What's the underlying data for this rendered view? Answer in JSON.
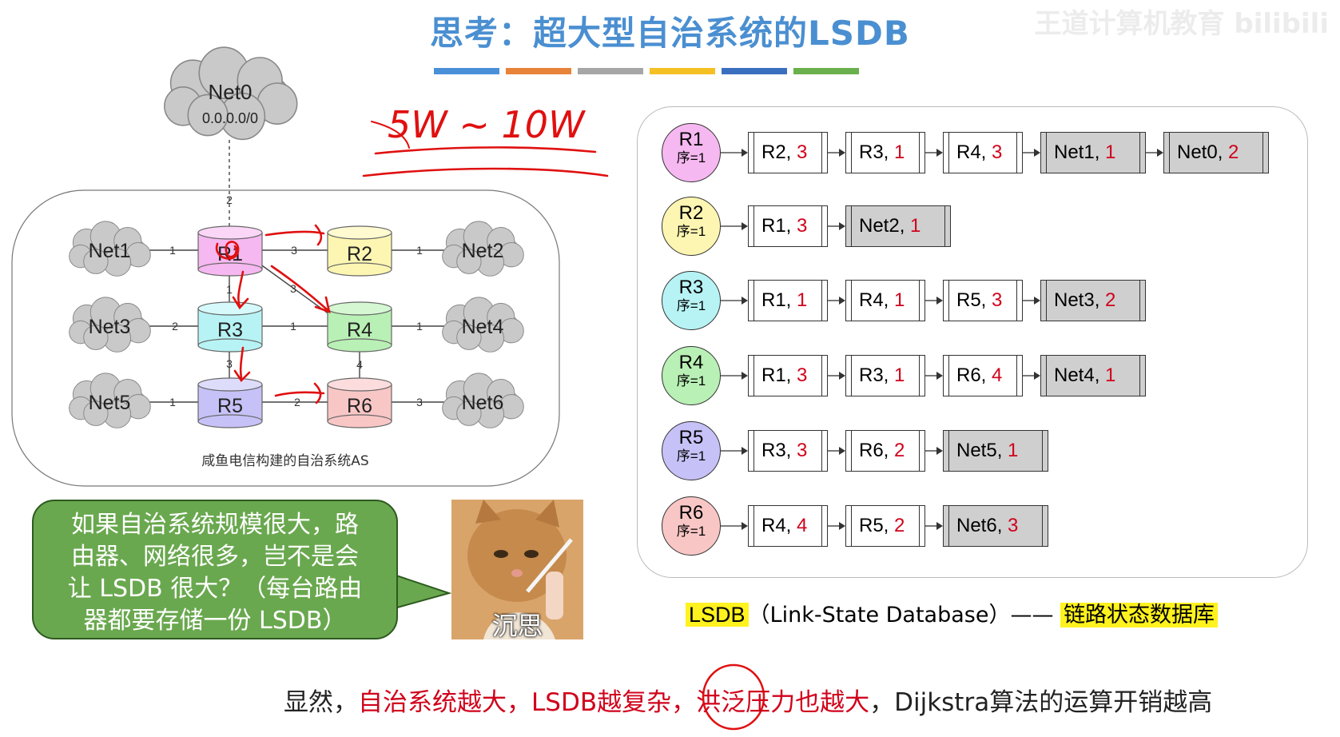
{
  "title": "思考：超大型自治系统的LSDB",
  "watermark": "王道计算机教育 bilibili",
  "colors": {
    "title": "#4a8fd1",
    "cost": "#d0021b",
    "highlight": "#fff21e",
    "bubble": "#6aa84f"
  },
  "color_bars": [
    "#4a90d9",
    "#e8833a",
    "#a6a6a6",
    "#f5c023",
    "#3a6fc0",
    "#6ab04c"
  ],
  "handwriting": "5W ~ 10W",
  "topology": {
    "caption": "咸鱼电信构建的自治系统AS",
    "net0": {
      "label": "Net0",
      "sub": "0.0.0.0/0"
    },
    "nets": [
      "Net1",
      "Net2",
      "Net3",
      "Net4",
      "Net5",
      "Net6"
    ],
    "routers": [
      "R1",
      "R2",
      "R3",
      "R4",
      "R5",
      "R6"
    ],
    "costs": {
      "net0_r1": "2",
      "net1_r1": "1",
      "r1_r2": "3",
      "r2_net2": "1",
      "r1_r3": "1",
      "r1_r4": "3",
      "net3_r3": "2",
      "r3_r4": "1",
      "r4_net4": "1",
      "r3_r5": "3",
      "r4_r6": "4",
      "net5_r5": "1",
      "r5_r6": "2",
      "r6_net6": "3"
    }
  },
  "lsdb": [
    {
      "router": "R1",
      "seq": "序=1",
      "color": "#f6b8f0",
      "entries": [
        {
          "name": "R2, ",
          "cost": "3",
          "net": false
        },
        {
          "name": "R3, ",
          "cost": "1",
          "net": false
        },
        {
          "name": "R4, ",
          "cost": "3",
          "net": false
        },
        {
          "name": "Net1, ",
          "cost": "1",
          "net": true
        },
        {
          "name": "Net0, ",
          "cost": "2",
          "net": true
        }
      ]
    },
    {
      "router": "R2",
      "seq": "序=1",
      "color": "#fdf6b2",
      "entries": [
        {
          "name": "R1, ",
          "cost": "3",
          "net": false
        },
        {
          "name": "Net2, ",
          "cost": "1",
          "net": true
        }
      ]
    },
    {
      "router": "R3",
      "seq": "序=1",
      "color": "#b7f3f5",
      "entries": [
        {
          "name": "R1, ",
          "cost": "1",
          "net": false
        },
        {
          "name": "R4, ",
          "cost": "1",
          "net": false
        },
        {
          "name": "R5, ",
          "cost": "3",
          "net": false
        },
        {
          "name": "Net3, ",
          "cost": "2",
          "net": true
        }
      ]
    },
    {
      "router": "R4",
      "seq": "序=1",
      "color": "#b9f0b5",
      "entries": [
        {
          "name": "R1, ",
          "cost": "3",
          "net": false
        },
        {
          "name": "R3, ",
          "cost": "1",
          "net": false
        },
        {
          "name": "R6, ",
          "cost": "4",
          "net": false
        },
        {
          "name": "Net4, ",
          "cost": "1",
          "net": true
        }
      ]
    },
    {
      "router": "R5",
      "seq": "序=1",
      "color": "#c6c2f7",
      "entries": [
        {
          "name": "R3, ",
          "cost": "3",
          "net": false
        },
        {
          "name": "R6, ",
          "cost": "2",
          "net": false
        },
        {
          "name": "Net5, ",
          "cost": "1",
          "net": true
        }
      ]
    },
    {
      "router": "R6",
      "seq": "序=1",
      "color": "#f9c6c6",
      "entries": [
        {
          "name": "R4, ",
          "cost": "4",
          "net": false
        },
        {
          "name": "R5, ",
          "cost": "2",
          "net": false
        },
        {
          "name": "Net6, ",
          "cost": "3",
          "net": true
        }
      ]
    }
  ],
  "bubble": {
    "lines": [
      "如果自治系统规模很大，路",
      "由器、网络很多，岂不是会",
      "让 LSDB 很大？（每台路由",
      "器都要存储一份 LSDB）"
    ]
  },
  "cat_caption": "沉思",
  "legend": {
    "term": "LSDB",
    "expansion": "（Link-State Database）——",
    "meaning": "链路状态数据库"
  },
  "bottom": {
    "p1": "显然，",
    "p2": "自治系统越大，LSDB越复杂，洪泛压力也越大",
    "p3": "，Dijkstra算法的运算开销越高"
  }
}
